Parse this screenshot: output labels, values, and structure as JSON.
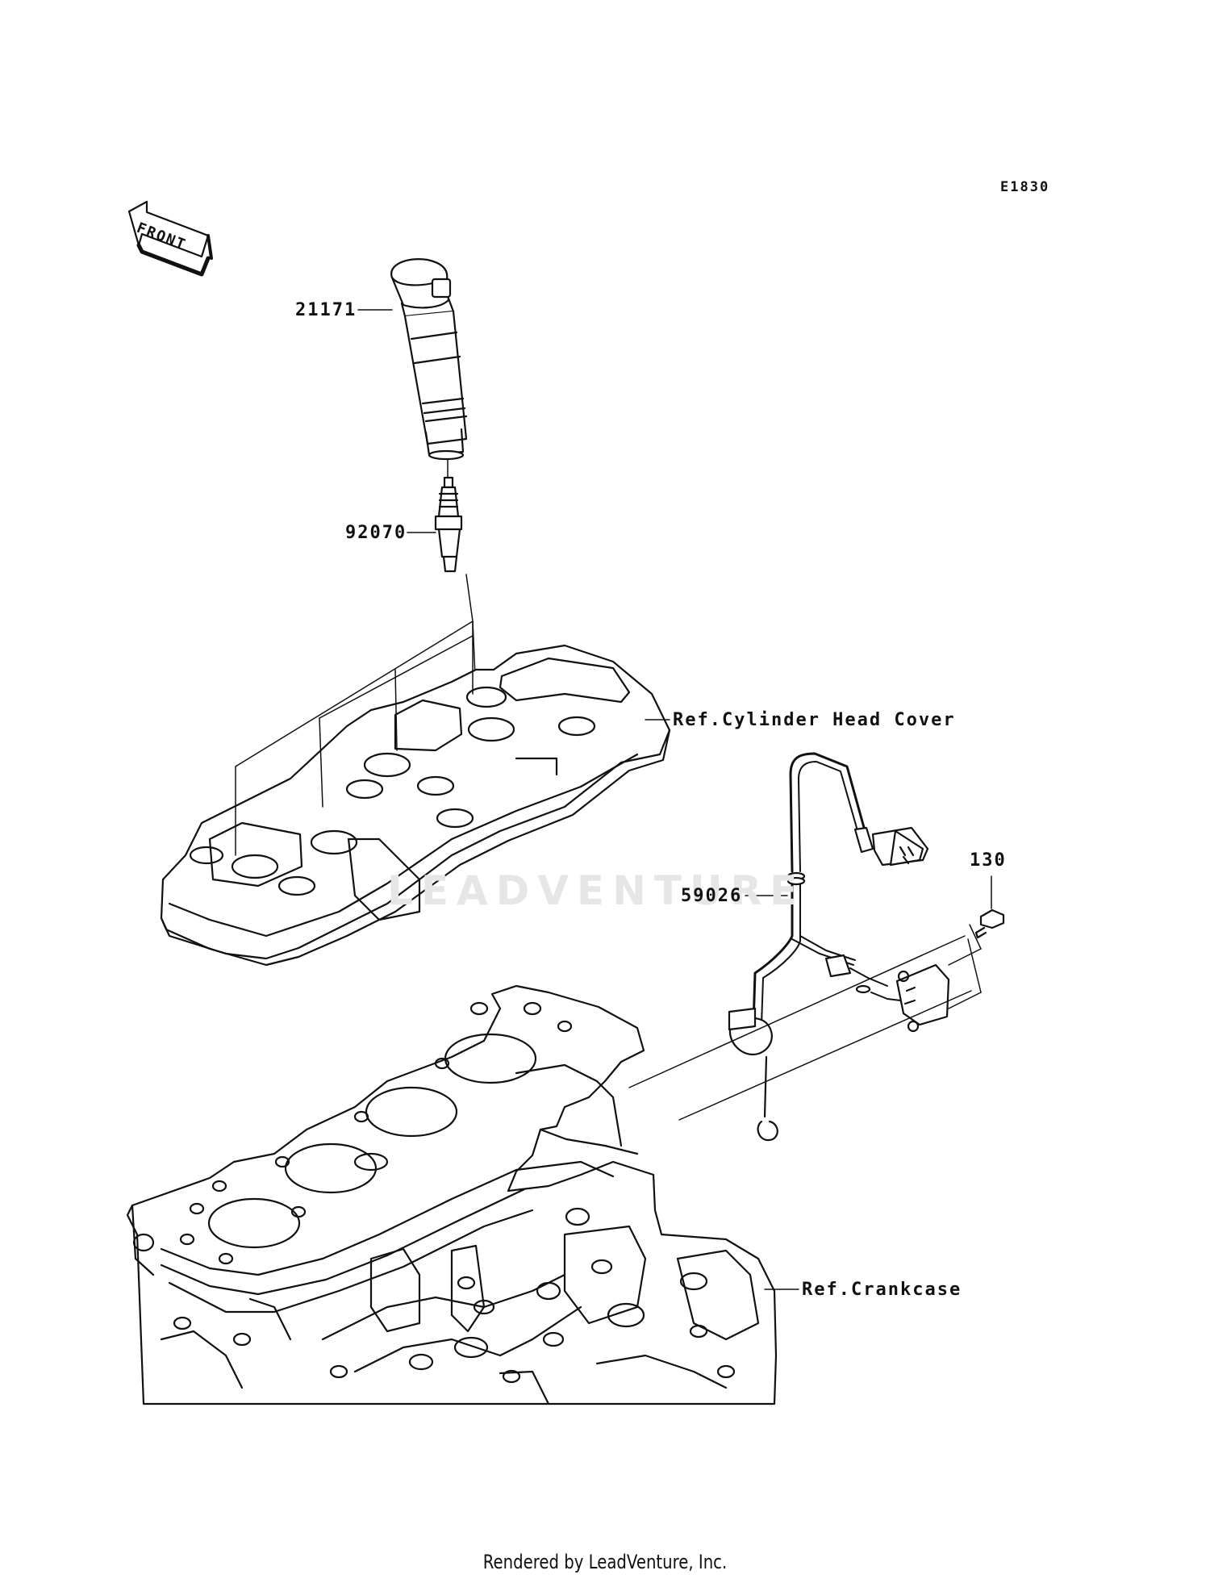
{
  "diagram_code": "E1830",
  "front_label": "FRONT",
  "parts": [
    {
      "number": "21171",
      "name": "ignition-coil"
    },
    {
      "number": "92070",
      "name": "spark-plug"
    },
    {
      "number": "59026",
      "name": "sensor-harness"
    },
    {
      "number": "130",
      "name": "bolt"
    }
  ],
  "references": {
    "cylinder_head_cover": "Ref.Cylinder Head Cover",
    "crankcase": "Ref.Crankcase"
  },
  "watermark": "LEADVENTURE",
  "footer": "Rendered by LeadVenture, Inc."
}
